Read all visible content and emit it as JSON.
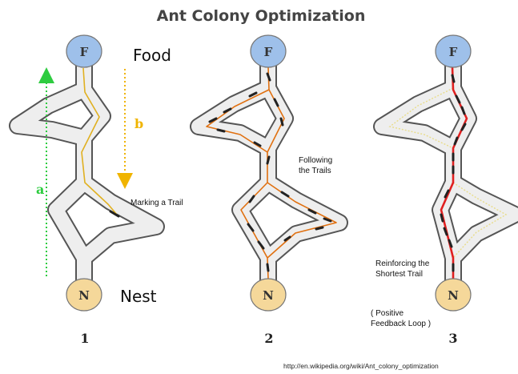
{
  "title": "Ant Colony Optimization",
  "food_label": "Food",
  "nest_label": "Nest",
  "node_food": "F",
  "node_nest": "N",
  "arrow_a": "a",
  "arrow_b": "b",
  "panels": [
    {
      "number": "1",
      "annotation": "Marking a Trail"
    },
    {
      "number": "2",
      "annotation_line1": "Following",
      "annotation_line2": "the Trails"
    },
    {
      "number": "3",
      "annotation_line1": "Reinforcing the",
      "annotation_line2": "Shortest Trail",
      "note_line1": "( Positive",
      "note_line2": "Feedback Loop )"
    }
  ],
  "source_url": "http://en.wikipedia.org/wiki/Ant_colony_optimization",
  "colors": {
    "food_node": "#9ec0ea",
    "nest_node": "#f5d89a",
    "arrow_a": "#2ecc40",
    "arrow_b": "#f0b400",
    "trail_panel1": "#e0b020",
    "trail_panel2": "#e07010",
    "trail_panel3": "#e02020"
  }
}
